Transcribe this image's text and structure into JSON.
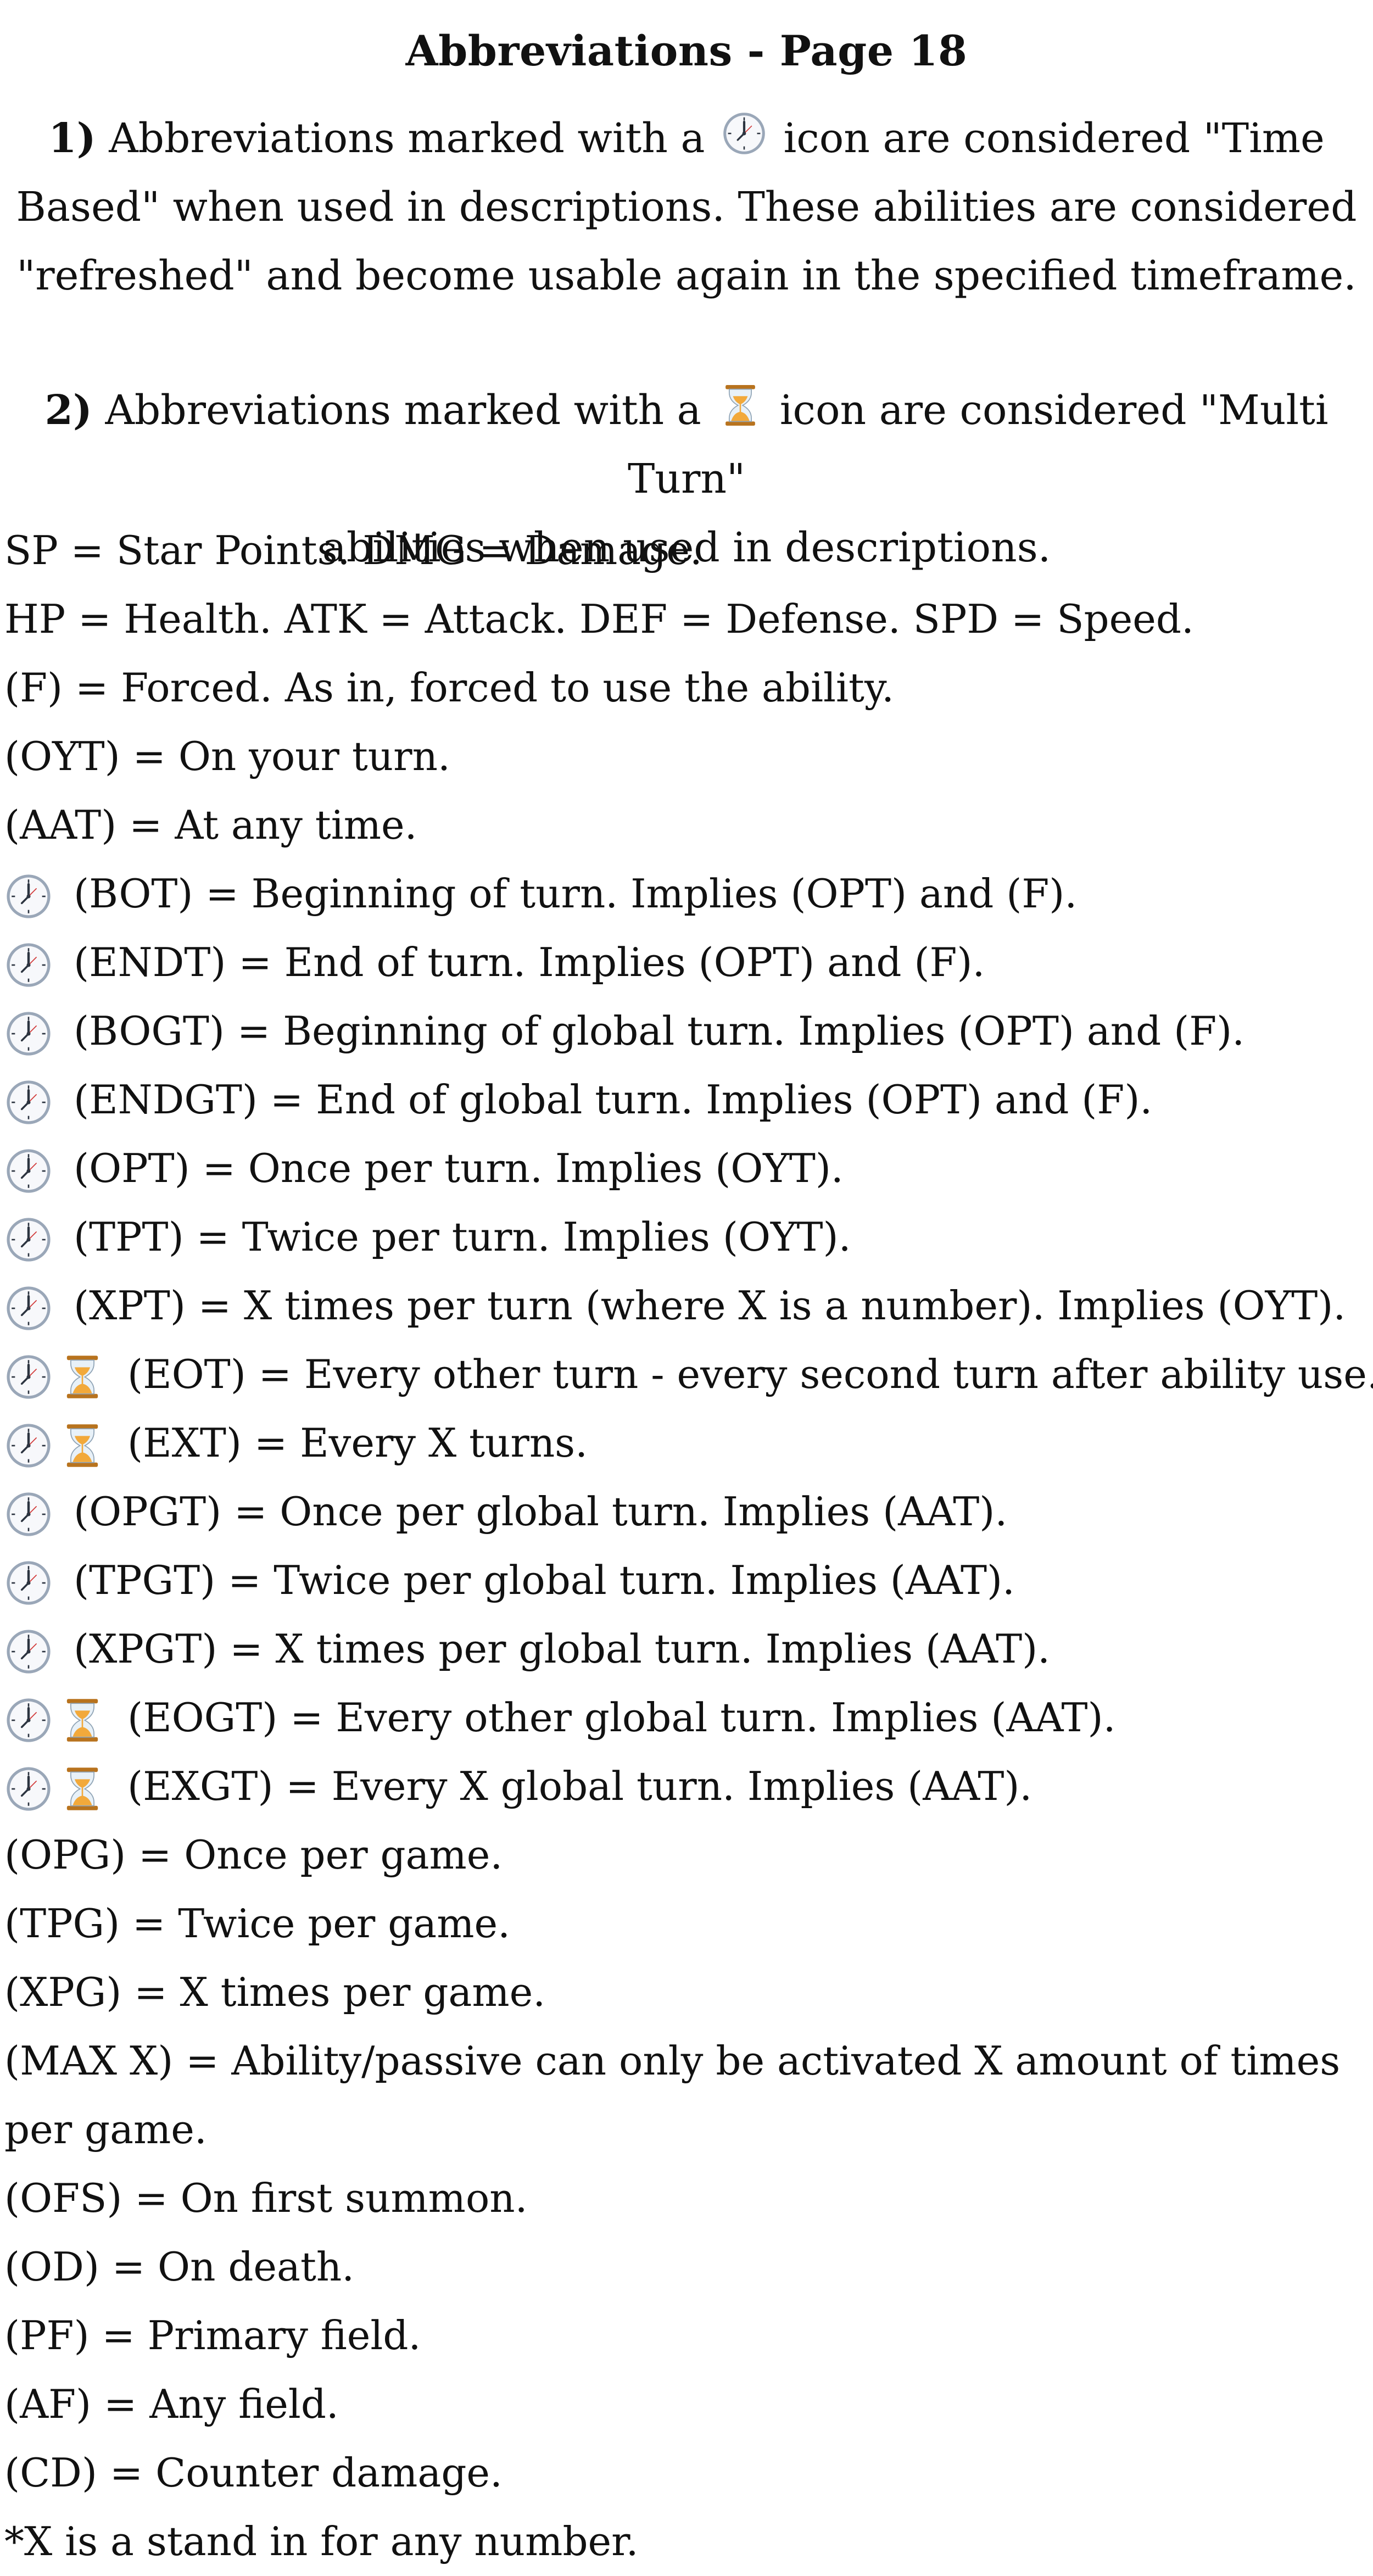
{
  "page_title": "Abbreviations - Page 18",
  "notes": [
    {
      "number": "1)",
      "before_icon": "Abbreviations marked with a",
      "icon": "clock-icon",
      "after_icon_line1": "icon are considered \"Time",
      "line2": "Based\" when used in descriptions. These abilities are considered",
      "line3": "\"refreshed\" and become usable again in the specified timeframe."
    },
    {
      "number": "2)",
      "before_icon": "Abbreviations marked with a",
      "icon": "hourglass-icon",
      "after_icon_line1": "icon are considered \"Multi Turn\"",
      "line2": "abilities when used in descriptions."
    }
  ],
  "icon_colors": {
    "clock_face": "#f7f8fb",
    "clock_rim": "#9aa7b8",
    "clock_hands": "#2c3440",
    "clock_red": "#d23b3b",
    "hourglass_frame": "#b8731e",
    "hourglass_glass": "#e8f1f8",
    "hourglass_sand": "#f2a93b"
  },
  "entries": [
    {
      "icons": [],
      "text": "SP = Star Points. DMG = Damage."
    },
    {
      "icons": [],
      "text": "HP = Health. ATK = Attack. DEF = Defense. SPD = Speed."
    },
    {
      "icons": [],
      "text": "(F) = Forced. As in, forced to use the ability."
    },
    {
      "icons": [],
      "text": "(OYT) = On your turn."
    },
    {
      "icons": [],
      "text": "(AAT) = At any time."
    },
    {
      "icons": [
        "clock-icon"
      ],
      "text": "(BOT) = Beginning of turn. Implies (OPT) and (F)."
    },
    {
      "icons": [
        "clock-icon"
      ],
      "text": "(ENDT) = End of turn. Implies (OPT) and (F)."
    },
    {
      "icons": [
        "clock-icon"
      ],
      "text": "(BOGT) = Beginning of global turn. Implies (OPT) and (F)."
    },
    {
      "icons": [
        "clock-icon"
      ],
      "text": "(ENDGT) = End of global turn. Implies (OPT) and (F)."
    },
    {
      "icons": [
        "clock-icon"
      ],
      "text": "(OPT) = Once per turn. Implies (OYT)."
    },
    {
      "icons": [
        "clock-icon"
      ],
      "text": "(TPT) = Twice per turn. Implies (OYT)."
    },
    {
      "icons": [
        "clock-icon"
      ],
      "text": "(XPT) = X times per turn (where X is a number). Implies (OYT)."
    },
    {
      "icons": [
        "clock-icon",
        "hourglass-icon"
      ],
      "text": "(EOT) = Every other turn - every second turn after ability use."
    },
    {
      "icons": [
        "clock-icon",
        "hourglass-icon"
      ],
      "text": "(EXT) = Every X turns."
    },
    {
      "icons": [
        "clock-icon"
      ],
      "text": "(OPGT) = Once per global turn. Implies (AAT)."
    },
    {
      "icons": [
        "clock-icon"
      ],
      "text": "(TPGT) = Twice per global turn. Implies (AAT)."
    },
    {
      "icons": [
        "clock-icon"
      ],
      "text": "(XPGT) = X times per global turn. Implies (AAT)."
    },
    {
      "icons": [
        "clock-icon",
        "hourglass-icon"
      ],
      "text": "(EOGT) = Every other global turn. Implies (AAT)."
    },
    {
      "icons": [
        "clock-icon",
        "hourglass-icon"
      ],
      "text": "(EXGT) = Every X global turn. Implies (AAT)."
    },
    {
      "icons": [],
      "text": "(OPG) = Once per game."
    },
    {
      "icons": [],
      "text": "(TPG) = Twice per game."
    },
    {
      "icons": [],
      "text": "(XPG) = X times per game."
    },
    {
      "icons": [],
      "text": "(MAX X) = Ability/passive can only be activated X amount of times",
      "continuation": "per game."
    },
    {
      "icons": [],
      "text": "(OFS) = On first summon."
    },
    {
      "icons": [],
      "text": "(OD) = On death."
    },
    {
      "icons": [],
      "text": "(PF) = Primary field."
    },
    {
      "icons": [],
      "text": "(AF) = Any field."
    },
    {
      "icons": [],
      "text": "(CD) = Counter damage."
    },
    {
      "icons": [],
      "text": "*X is a stand in for any number."
    }
  ]
}
